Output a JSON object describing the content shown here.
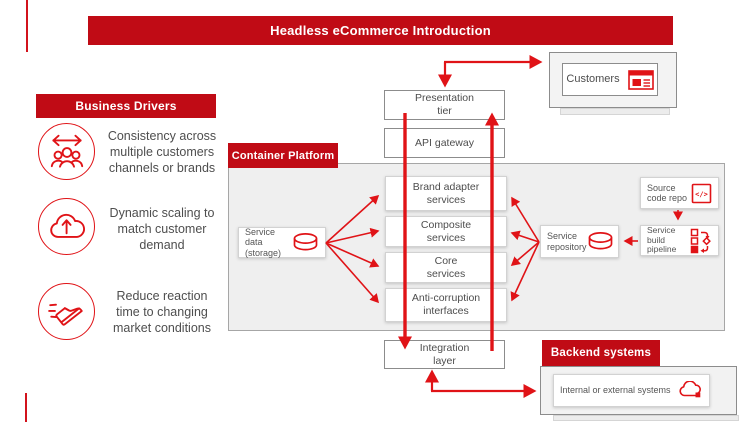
{
  "slide": {
    "title": "Headless eCommerce Introduction"
  },
  "colors": {
    "banner_red": "#c00b15",
    "arrow_red": "#e01317",
    "icon_red": "#e01317",
    "panel_gray": "#efefef",
    "text_gray": "#4d4d4d"
  },
  "business_drivers": {
    "title": "Business Drivers",
    "items": [
      {
        "icon": "people-consistency-icon",
        "lines": [
          "Consistency across",
          "multiple customers",
          "channels or brands"
        ]
      },
      {
        "icon": "cloud-scaling-icon",
        "lines": [
          "Dynamic scaling to",
          "match customer",
          "demand"
        ]
      },
      {
        "icon": "fast-shoe-icon",
        "lines": [
          "Reduce reaction",
          "time to changing",
          "market conditions"
        ]
      }
    ]
  },
  "customers": {
    "label": "Customers",
    "icon": "browser-window-icon"
  },
  "tiers": {
    "presentation": [
      "Presentation",
      "tier"
    ],
    "api_gateway": "API gateway",
    "integration": [
      "Integration",
      "layer"
    ]
  },
  "container_platform": {
    "title": "Container Platform",
    "services": [
      [
        "Brand adapter",
        "services"
      ],
      [
        "Composite",
        "services"
      ],
      [
        "Core",
        "services"
      ],
      [
        "Anti-corruption",
        "interfaces"
      ]
    ],
    "service_data": {
      "lines": [
        "Service data",
        "(storage)"
      ],
      "icon": "database-icon"
    },
    "service_repository": {
      "lines": [
        "Service",
        "repository"
      ],
      "icon": "database-icon"
    },
    "source_code_repo": {
      "lines": [
        "Source",
        "code repo"
      ],
      "icon": "code-icon"
    },
    "service_build_pipeline": {
      "lines": [
        "Service",
        "build",
        "pipeline"
      ],
      "icon": "pipeline-icon"
    }
  },
  "backend_systems": {
    "title": "Backend systems",
    "internal_external": {
      "label": "Internal or external systems",
      "icon": "cloud-icon"
    }
  }
}
